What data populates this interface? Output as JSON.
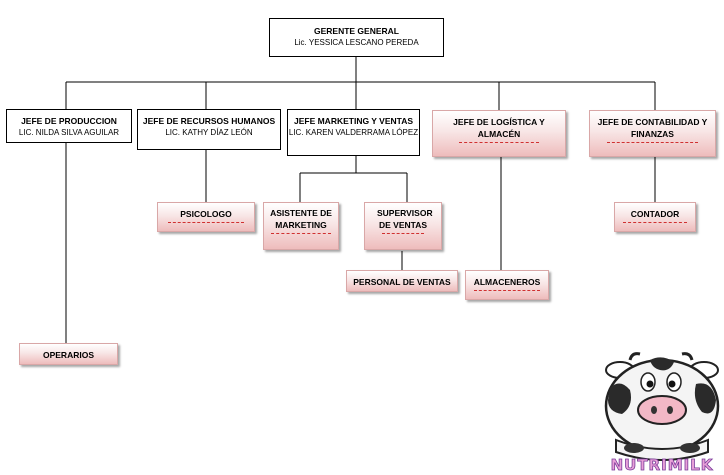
{
  "org": {
    "gerente": {
      "title": "GERENTE GENERAL",
      "name": "Lic. YESSICA LESCANO PEREDA"
    },
    "produccion": {
      "title": "JEFE DE PRODUCCION",
      "name": "LIC. NILDA SILVA AGUILAR"
    },
    "rrhh": {
      "title": "JEFE DE RECURSOS HUMANOS",
      "name": "LIC. KATHY DÍAZ LEÓN"
    },
    "marketing": {
      "title": "JEFE MARKETING Y VENTAS",
      "name": "LIC. KAREN VALDERRAMA LÓPEZ"
    },
    "logistica": {
      "title": "JEFE DE LOGÍSTICA Y ALMACÉN"
    },
    "contabilidad": {
      "title": "JEFE DE CONTABILIDAD Y FINANZAS"
    },
    "psicologo": {
      "title": "PSICOLOGO"
    },
    "asistente": {
      "title": "ASISTENTE DE MARKETING"
    },
    "supervisor": {
      "title": "SUPERVISOR DE VENTAS"
    },
    "personal": {
      "title": "PERSONAL DE VENTAS"
    },
    "almaceneros": {
      "title": "ALMACENEROS"
    },
    "contador": {
      "title": "CONTADOR"
    },
    "operarios": {
      "title": "OPERARIOS"
    }
  },
  "logo": {
    "text": "NUTRIMILK"
  },
  "colors": {
    "line": "#000000",
    "pink_border": "#d9a7a7",
    "dash": "#d03030"
  }
}
